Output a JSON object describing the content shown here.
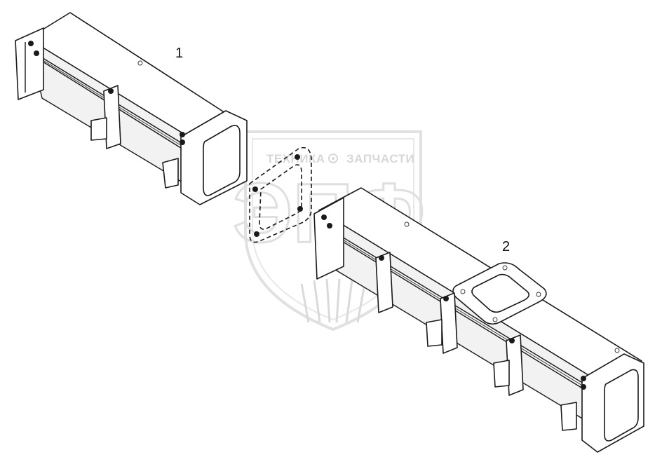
{
  "diagram": {
    "callouts": [
      {
        "id": "1",
        "label": "1"
      },
      {
        "id": "2",
        "label": "2"
      }
    ],
    "watermark": {
      "left_word": "ТЕХНИКА",
      "right_word": "ЗАПЧАСТИ",
      "monogram": "ЭПФ"
    },
    "colors": {
      "line": "#1a1a1a",
      "watermark": "#d3d3d3",
      "background": "#ffffff"
    }
  }
}
